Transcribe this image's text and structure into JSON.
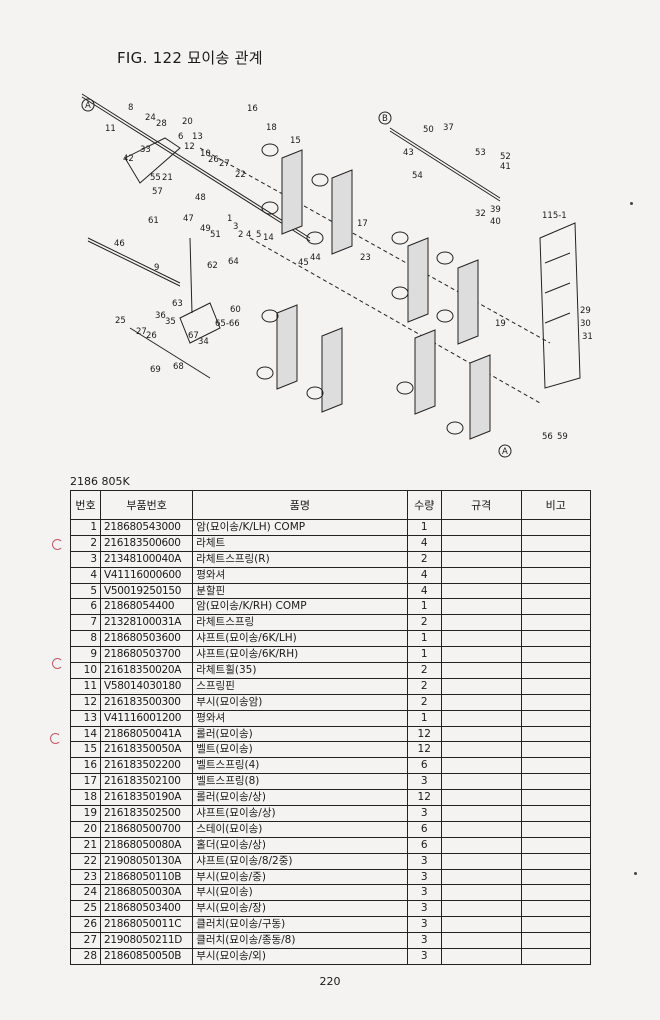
{
  "figure_title": "FIG. 122   묘이송 관계",
  "catalog_code": "2186 805K",
  "page_number": "220",
  "diagram": {
    "callouts": [
      "A",
      "B",
      "8",
      "24",
      "28",
      "20",
      "11",
      "6",
      "13",
      "12",
      "33",
      "10",
      "26",
      "27",
      "42",
      "55",
      "21",
      "57",
      "22",
      "48",
      "47",
      "49",
      "51",
      "1",
      "3",
      "2",
      "4",
      "5",
      "14",
      "61",
      "46",
      "62",
      "9",
      "64",
      "16",
      "18",
      "15",
      "17",
      "44",
      "45",
      "23",
      "19",
      "63",
      "60",
      "65-66",
      "25",
      "36",
      "35",
      "27",
      "26",
      "34",
      "67",
      "69",
      "68",
      "37",
      "50",
      "43",
      "54",
      "53",
      "52",
      "41",
      "39",
      "32",
      "40",
      "115-1",
      "29",
      "30",
      "31",
      "56",
      "59"
    ]
  },
  "table": {
    "headers": [
      "번호",
      "부품번호",
      "품명",
      "수량",
      "규격",
      "비고"
    ],
    "rows": [
      [
        "1",
        "218680543000",
        "암(묘이송/K/LH) COMP",
        "1",
        "",
        ""
      ],
      [
        "2",
        "216183500600",
        "라체트",
        "4",
        "",
        ""
      ],
      [
        "3",
        "21348100040A",
        "라체트스프링(R)",
        "2",
        "",
        ""
      ],
      [
        "4",
        "V41116000600",
        "평와셔",
        "4",
        "",
        ""
      ],
      [
        "5",
        "V50019250150",
        "분할핀",
        "4",
        "",
        ""
      ],
      [
        "6",
        "21868054400",
        "암(묘이송/K/RH) COMP",
        "1",
        "",
        ""
      ],
      [
        "7",
        "21328100031A",
        "라체트스프링",
        "2",
        "",
        ""
      ],
      [
        "8",
        "218680503600",
        "샤프트(묘이송/6K/LH)",
        "1",
        "",
        ""
      ],
      [
        "9",
        "218680503700",
        "샤프트(묘이송/6K/RH)",
        "1",
        "",
        ""
      ],
      [
        "10",
        "21618350020A",
        "라체트휠(35)",
        "2",
        "",
        ""
      ],
      [
        "11",
        "V58014030180",
        "스프링핀",
        "2",
        "",
        ""
      ],
      [
        "12",
        "216183500300",
        "부시(묘이송암)",
        "2",
        "",
        ""
      ],
      [
        "13",
        "V41116001200",
        "평와셔",
        "1",
        "",
        ""
      ],
      [
        "14",
        "21868050041A",
        "롤러(묘이송)",
        "12",
        "",
        ""
      ],
      [
        "15",
        "21618350050A",
        "벨트(묘이송)",
        "12",
        "",
        ""
      ],
      [
        "16",
        "216183502200",
        "벨트스프링(4)",
        "6",
        "",
        ""
      ],
      [
        "17",
        "216183502100",
        "벨트스프링(8)",
        "3",
        "",
        ""
      ],
      [
        "18",
        "21618350190A",
        "롤러(묘이송/상)",
        "12",
        "",
        ""
      ],
      [
        "19",
        "216183502500",
        "샤프트(묘이송/상)",
        "3",
        "",
        ""
      ],
      [
        "20",
        "218680500700",
        "스테이(묘이송)",
        "6",
        "",
        ""
      ],
      [
        "21",
        "21868050080A",
        "홀더(묘이송/상)",
        "6",
        "",
        ""
      ],
      [
        "22",
        "21908050130A",
        "샤프트(묘이송/8/2중)",
        "3",
        "",
        ""
      ],
      [
        "23",
        "21868050110B",
        "부시(묘이송/중)",
        "3",
        "",
        ""
      ],
      [
        "24",
        "21868050030A",
        "부시(묘이송)",
        "3",
        "",
        ""
      ],
      [
        "25",
        "218680503400",
        "부시(묘이송/장)",
        "3",
        "",
        ""
      ],
      [
        "26",
        "21868050011C",
        "클러치(묘이송/구동)",
        "3",
        "",
        ""
      ],
      [
        "27",
        "21908050211D",
        "클러치(묘이송/종동/8)",
        "3",
        "",
        ""
      ],
      [
        "28",
        "21860850050B",
        "부시(묘이송/외)",
        "3",
        "",
        ""
      ]
    ]
  }
}
